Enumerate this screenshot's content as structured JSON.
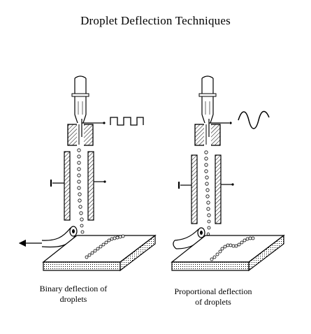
{
  "title": "Droplet Deflection Techniques",
  "panels": {
    "binary": {
      "caption_line1": "Binary deflection of",
      "caption_line2": "droplets",
      "signal": "square-wave"
    },
    "proportional": {
      "caption_line1": "Proportional deflection",
      "caption_line2": "of droplets",
      "signal": "sine-wave"
    }
  },
  "colors": {
    "ink": "#000000",
    "background": "#ffffff"
  }
}
